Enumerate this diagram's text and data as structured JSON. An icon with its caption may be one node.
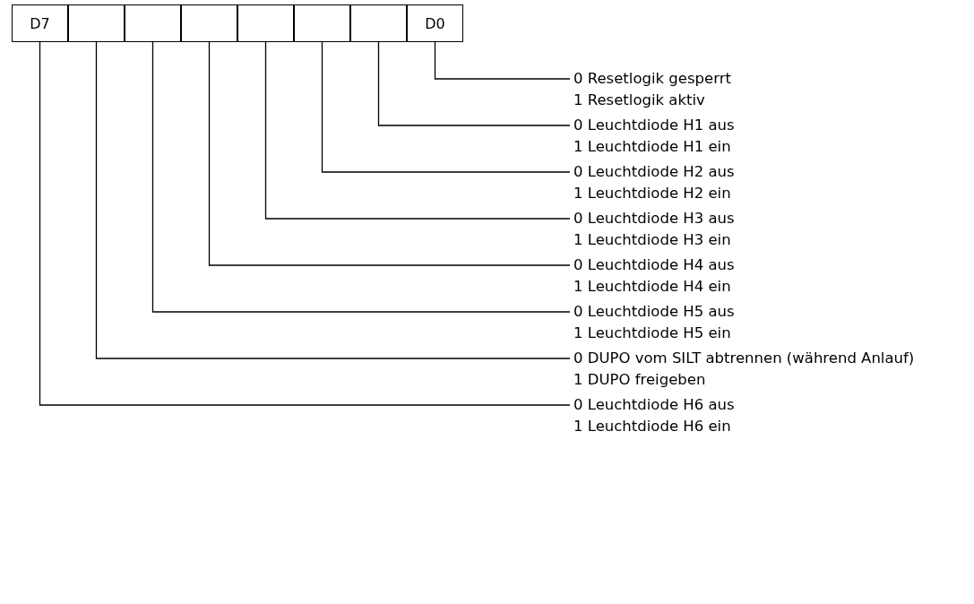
{
  "diagram": {
    "nodes": [
      {
        "text": [
          "D7"
        ]
      },
      {
        "text": [],
        "shape": "box"
      },
      {
        "text": [],
        "shape": "box"
      },
      {
        "text": [],
        "shape": "box"
      },
      {
        "text": [],
        "shape": "box"
      },
      {
        "text": [],
        "shape": "box"
      },
      {
        "text": [],
        "shape": "box"
      },
      {
        "text": [
          "D0"
        ]
      },
      {
        "text": [
          "0 Resetlogik gesperrt",
          "1 Resetlogik aktiv"
        ]
      },
      {
        "text": [
          "0 Leuchtdiode H1 aus",
          "1 Leuchtdiode H1 ein"
        ]
      },
      {
        "text": [
          "0 Leuchtdiode H2 aus",
          "1 Leuchtdiode H2 ein"
        ]
      },
      {
        "text": [
          "0 Leuchtdiode H3 aus",
          "1 Leuchtdiode H3 ein"
        ]
      },
      {
        "text": [
          "0 Leuchtdiode H4 aus",
          "1 Leuchtdiode H4 ein"
        ]
      },
      {
        "text": [
          "0 Leuchtdiode H5 aus",
          "1 Leuchtdiode H5 ein"
        ]
      },
      {
        "text": [
          "0 DUPO vom SILT abtrennen (während Anlauf)",
          "1 DUPO freigeben"
        ]
      },
      {
        "text": [
          "0 Leuchtdiode H6 aus",
          "1 Leuchtdiode H6 ein"
        ]
      }
    ],
    "edges": [
      {
        "from": 7,
        "to": 8,
        "arrow": "none"
      },
      {
        "from": 6,
        "to": 9,
        "arrow": "none"
      },
      {
        "from": 5,
        "to": 10,
        "arrow": "none"
      },
      {
        "from": 4,
        "to": 11,
        "arrow": "none"
      },
      {
        "from": 3,
        "to": 12,
        "arrow": "none"
      },
      {
        "from": 2,
        "to": 13,
        "arrow": "none"
      },
      {
        "from": 1,
        "to": 14,
        "arrow": "none"
      },
      {
        "from": 0,
        "to": 15,
        "arrow": "none"
      }
    ]
  }
}
